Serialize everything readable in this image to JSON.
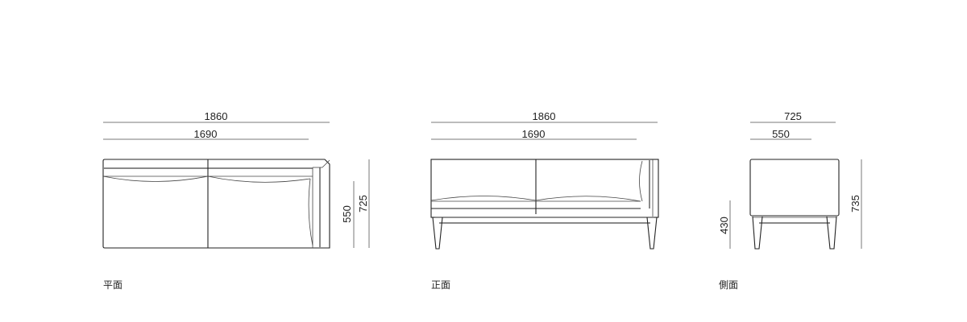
{
  "views": {
    "plan": {
      "label": "平面",
      "dimensions": {
        "overall_width": "1860",
        "seat_width": "1690",
        "seat_depth": "550",
        "overall_depth": "725"
      }
    },
    "front": {
      "label": "正面",
      "dimensions": {
        "overall_width": "1860",
        "seat_width": "1690"
      }
    },
    "side": {
      "label": "側面",
      "dimensions": {
        "overall_depth": "725",
        "seat_depth": "550",
        "seat_height": "430",
        "overall_height": "735"
      }
    }
  },
  "colors": {
    "line": "#222222",
    "dimension_line": "#7a7a7a",
    "background": "#ffffff"
  }
}
